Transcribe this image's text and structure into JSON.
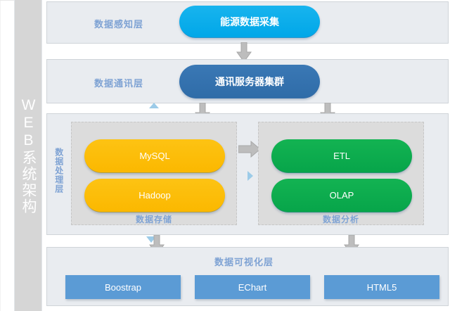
{
  "sidebar": {
    "title": "WEB系统架构"
  },
  "layers": [
    {
      "id": "perception",
      "label": "数据感知层",
      "nodes": [
        {
          "label": "能源数据采集",
          "style": "cyan"
        }
      ]
    },
    {
      "id": "communication",
      "label": "数据通讯层",
      "nodes": [
        {
          "label": "通讯服务器集群",
          "style": "steel"
        }
      ]
    },
    {
      "id": "processing",
      "label": "数据处理层",
      "groups": [
        {
          "caption": "数据存储",
          "nodes": [
            {
              "label": "MySQL",
              "style": "amber"
            },
            {
              "label": "Hadoop",
              "style": "amber"
            }
          ]
        },
        {
          "caption": "数据分析",
          "nodes": [
            {
              "label": "ETL",
              "style": "green"
            },
            {
              "label": "OLAP",
              "style": "green"
            }
          ]
        }
      ]
    },
    {
      "id": "visualization",
      "label": "数据可视化层",
      "nodes": [
        {
          "label": "Boostrap",
          "style": "flat-blue"
        },
        {
          "label": "EChart",
          "style": "flat-blue"
        },
        {
          "label": "HTML5",
          "style": "flat-blue"
        }
      ]
    }
  ],
  "connectors": [
    {
      "name": "perception-to-communication",
      "direction": "down"
    },
    {
      "name": "communication-to-storage",
      "direction": "down"
    },
    {
      "name": "communication-to-analysis",
      "direction": "down"
    },
    {
      "name": "storage-to-analysis",
      "direction": "right"
    },
    {
      "name": "storage-to-visualization",
      "direction": "down"
    },
    {
      "name": "analysis-to-visualization",
      "direction": "down"
    }
  ],
  "colors": {
    "panel_bg": "#e9ecf0",
    "panel_border": "#cfd4d8",
    "band_bg": "#d6d6d6",
    "label_blue": "#7fa3d4",
    "cyan": "#00a7e8",
    "steel": "#2f6ca8",
    "amber": "#fbb800",
    "green": "#07a54a",
    "flat_blue": "#5b9bd5",
    "arrow_gray": "#b4b4b4",
    "accent_light_blue": "#9ccbe8"
  }
}
